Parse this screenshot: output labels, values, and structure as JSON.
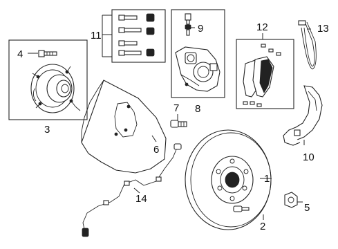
{
  "diagram": {
    "callouts": [
      {
        "id": "1",
        "text": "1"
      },
      {
        "id": "2",
        "text": "2"
      },
      {
        "id": "3",
        "text": "3"
      },
      {
        "id": "4",
        "text": "4"
      },
      {
        "id": "5",
        "text": "5"
      },
      {
        "id": "6",
        "text": "6"
      },
      {
        "id": "7",
        "text": "7"
      },
      {
        "id": "8",
        "text": "8"
      },
      {
        "id": "9",
        "text": "9"
      },
      {
        "id": "10",
        "text": "10"
      },
      {
        "id": "11",
        "text": "11"
      },
      {
        "id": "12",
        "text": "12"
      },
      {
        "id": "13",
        "text": "13"
      },
      {
        "id": "14",
        "text": "14"
      }
    ],
    "parts": [
      {
        "callout": "1",
        "icon": "brake-rotor"
      },
      {
        "callout": "2",
        "icon": "rotor-screw"
      },
      {
        "callout": "3",
        "icon": "hub-bearing-assembly"
      },
      {
        "callout": "4",
        "icon": "hub-bolt"
      },
      {
        "callout": "5",
        "icon": "hub-nut"
      },
      {
        "callout": "6",
        "icon": "splash-shield"
      },
      {
        "callout": "7",
        "icon": "shield-bolt"
      },
      {
        "callout": "8",
        "icon": "brake-caliper"
      },
      {
        "callout": "9",
        "icon": "bleeder-screw"
      },
      {
        "callout": "10",
        "icon": "caliper-bracket"
      },
      {
        "callout": "11",
        "icon": "caliper-bolt-kit"
      },
      {
        "callout": "12",
        "icon": "brake-pad-set"
      },
      {
        "callout": "13",
        "icon": "wear-sensor-band"
      },
      {
        "callout": "14",
        "icon": "abs-sensor-wire"
      }
    ]
  }
}
